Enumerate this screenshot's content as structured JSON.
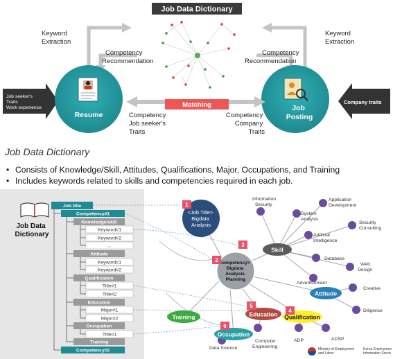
{
  "header": {
    "title": "Job Data Dictionary"
  },
  "flow": {
    "keyword_extraction_left": [
      "Keyword",
      "Extraction"
    ],
    "keyword_extraction_right": [
      "Keyword",
      "Extraction"
    ],
    "competency_rec_left": [
      "Competency",
      "Recommendation"
    ],
    "competency_rec_right": [
      "Competency",
      "Recommendation"
    ],
    "input_left": [
      "Job seeker's",
      "Traits",
      "Work experience"
    ],
    "input_right": "Company traits",
    "resume_label": "Resume",
    "posting_label": [
      "Job",
      "Posting"
    ],
    "matching_label": "Matching",
    "match_left": [
      "Competency",
      "Job seeker's",
      "Traits"
    ],
    "match_right": [
      "Competency",
      "Company",
      "Traits"
    ]
  },
  "dictionary_section": {
    "title": "Job Data Dictionary",
    "bullets": [
      "Consists of Knowledge/Skill, Attitudes, Qualifications, Major, Occupations, and Training",
      "Includes keywords related to skills and competencies required in each job."
    ]
  },
  "tree": {
    "book_label": [
      "Job Data",
      "Dictionary"
    ],
    "job_title": "Job title",
    "competency1": "Competency#1",
    "knowledge": "Knowledge/skill",
    "keyword1": "Keyword#1",
    "keyword2": "Keyword#2",
    "ellipsis": "...",
    "attitude": "Attitude",
    "att_keyword1": "Keyword#1",
    "att_keyword2": "Keyword#2",
    "qualification": "Qualification",
    "title1": "Title#1",
    "title2": "Title#2",
    "education": "Education",
    "major1": "Major#1",
    "major2": "Major#2",
    "occupation": "Occupation",
    "occ_title1": "Title#1",
    "training": "Training",
    "competency2": "Competency#2"
  },
  "graph": {
    "job_title_node": [
      "<Job Title>",
      "Bigdata",
      "Analysis"
    ],
    "competency_node": [
      "competency>",
      "Bigdata",
      "Analysis",
      "Planning"
    ],
    "skill": "Skill",
    "attitude": "Attitude",
    "training": "Training",
    "education": "Education",
    "qualification": "Qualification",
    "occupation": "Occupation",
    "badges": [
      "1",
      "2",
      "3",
      "4",
      "5",
      "6"
    ],
    "leaves": {
      "info_security": [
        "Information",
        "Security"
      ],
      "app_dev": [
        "Application",
        "Development"
      ],
      "system_analysis": [
        "System",
        "Analysis"
      ],
      "security_consulting": [
        "Security",
        "Consulting"
      ],
      "ai": [
        "Artificial",
        "Intelligence"
      ],
      "database": "Database",
      "web_design": [
        "Web",
        "Design"
      ],
      "advertisement": "Advertisement",
      "creative": "Creative",
      "diligence": "Diligence",
      "data_science": "Data Science",
      "computer_engineering": [
        "Computer",
        "Engineering"
      ],
      "adp": "ADP",
      "adsp": "ADSP"
    },
    "footer_left": [
      "Ministry of Employment",
      "and Labor"
    ],
    "footer_right": [
      "Korea Employmen",
      "Information Servic"
    ]
  },
  "colors": {
    "teal": "#2a9fa6",
    "teal_dark": "#1f7e84",
    "matching_red": "#ee5757",
    "navy": "#2b4d7c",
    "purple": "#6a4c9c",
    "green": "#3caa3c",
    "badge": "#e9506a",
    "qual_yellow": "#ffef2e",
    "edu_red": "#b24a3f",
    "skill_gray": "#5a5a5a",
    "tree_header": "#1f8b95",
    "tree_sub": "#9a9a9a"
  }
}
